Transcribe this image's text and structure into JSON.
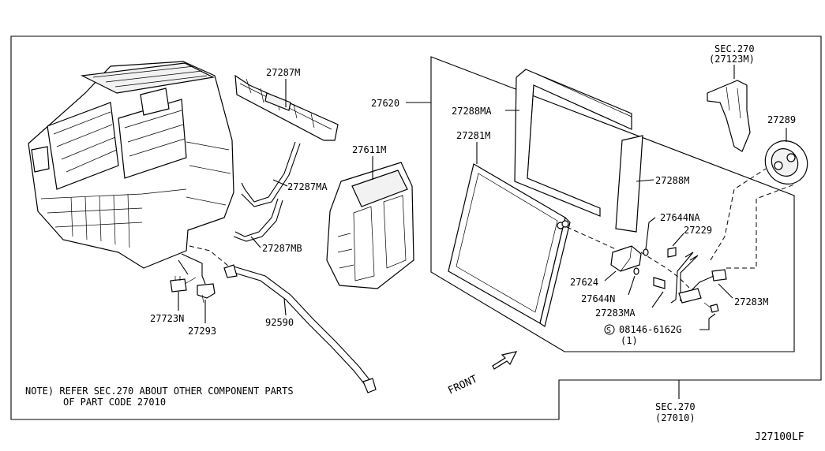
{
  "diagram_code": "J27100LF",
  "front_label": "FRONT",
  "note": {
    "line1": "NOTE) REFER SEC.270 ABOUT OTHER COMPONENT PARTS",
    "line2": "OF PART CODE 27010"
  },
  "section_refs": [
    {
      "sec": "SEC.270",
      "code": "(27123M)"
    },
    {
      "sec": "SEC.270",
      "code": "(27010)"
    }
  ],
  "parts": {
    "p27287M": "27287M",
    "p27287MA": "27287MA",
    "p27287MB": "27287MB",
    "p27611M": "27611M",
    "p27620": "27620",
    "p27288MA": "27288MA",
    "p27281M": "27281M",
    "p27288M": "27288M",
    "p27289": "27289",
    "p27644NA": "27644NA",
    "p27229": "27229",
    "p27624": "27624",
    "p27644N": "27644N",
    "p27283MA": "27283MA",
    "p27283M": "27283M",
    "p27723N": "27723N",
    "p27293": "27293",
    "p92590": "92590",
    "bolt_code": "08146-6162G",
    "bolt_qty": "(1)",
    "bolt_symbol": "S"
  }
}
